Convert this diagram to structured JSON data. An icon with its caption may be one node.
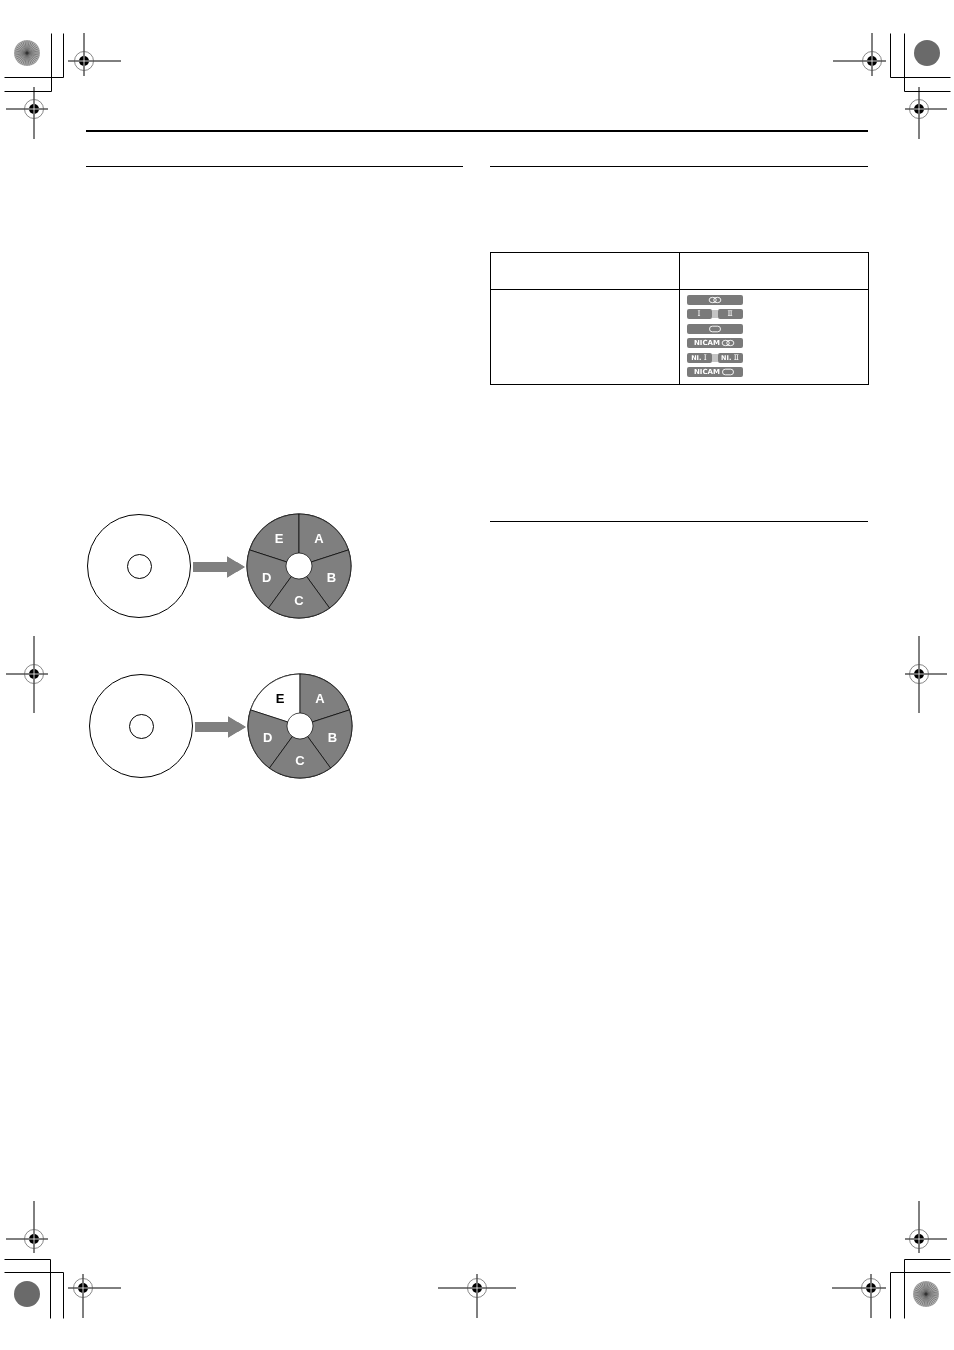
{
  "diagram": {
    "nodes": [
      {
        "text": [],
        "shape": "circle"
      },
      {
        "text": [],
        "shape": "circle"
      },
      {
        "text": [
          "E"
        ],
        "in": 1
      },
      {
        "text": [
          "A"
        ],
        "in": 1
      },
      {
        "text": [
          "D"
        ],
        "in": 1
      },
      {
        "text": [
          "B"
        ],
        "in": 1
      },
      {
        "text": [
          "C"
        ],
        "in": 1
      },
      {
        "text": [],
        "shape": "circle"
      },
      {
        "text": [],
        "shape": "circle"
      },
      {
        "text": [
          "E"
        ],
        "in": 8
      },
      {
        "text": [
          "A"
        ],
        "in": 8
      },
      {
        "text": [
          "D"
        ],
        "in": 8
      },
      {
        "text": [
          "B"
        ],
        "in": 8
      },
      {
        "text": [
          "C"
        ],
        "in": 8
      }
    ],
    "edges": [
      {
        "from": 0,
        "to": 1,
        "arrow": "to"
      },
      {
        "from": 7,
        "to": 8,
        "arrow": "to"
      }
    ],
    "labels": [
      "Ⅰ",
      "Ⅱ",
      "NICAM",
      "**NI.** Ⅰ",
      "**NI.** Ⅱ",
      "NICAM"
    ]
  }
}
